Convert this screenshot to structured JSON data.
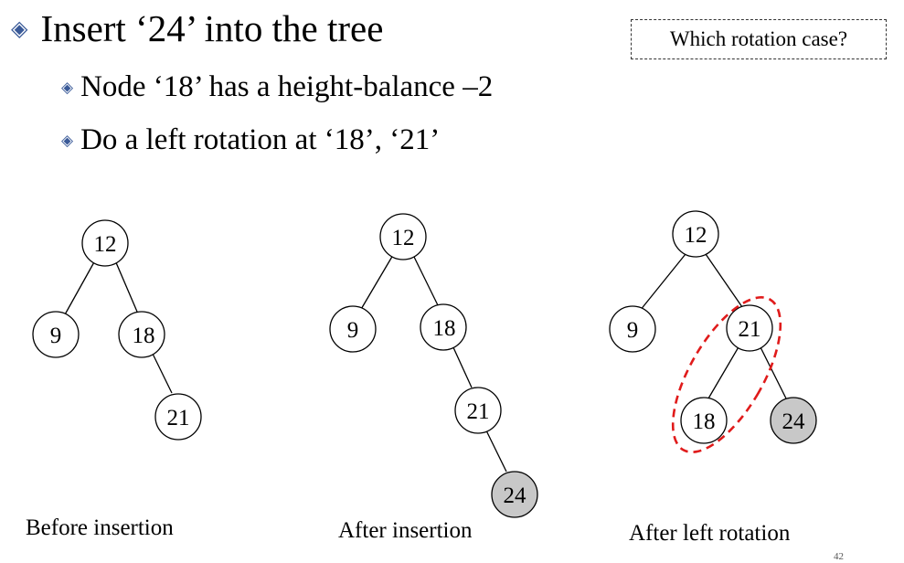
{
  "bullets": {
    "main": "Insert ‘24’ into the tree",
    "sub1": "Node ‘18’ has a height-balance –2",
    "sub2": "Do a left rotation at ‘18’, ‘21’"
  },
  "callout": "Which rotation case?",
  "trees": [
    {
      "caption": "Before insertion",
      "nodes": [
        "12",
        "9",
        "18",
        "21"
      ],
      "edges": [
        [
          "12",
          "9"
        ],
        [
          "12",
          "18"
        ],
        [
          "18",
          "21"
        ]
      ],
      "highlighted": []
    },
    {
      "caption": "After insertion",
      "nodes": [
        "12",
        "9",
        "18",
        "21",
        "24"
      ],
      "edges": [
        [
          "12",
          "9"
        ],
        [
          "12",
          "18"
        ],
        [
          "18",
          "21"
        ],
        [
          "21",
          "24"
        ]
      ],
      "highlighted": [
        "24"
      ]
    },
    {
      "caption": "After left rotation",
      "nodes": [
        "12",
        "9",
        "21",
        "18",
        "24"
      ],
      "edges": [
        [
          "12",
          "9"
        ],
        [
          "12",
          "21"
        ],
        [
          "21",
          "18"
        ],
        [
          "21",
          "24"
        ]
      ],
      "highlighted": [
        "24"
      ],
      "dashed_ellipse_around": [
        "21",
        "18"
      ]
    }
  ],
  "colors": {
    "bullet_diamond": "#3a5a98",
    "highlight_fill": "#c8c8c8",
    "ellipse_stroke": "#e01b1b"
  },
  "page_number": "42"
}
